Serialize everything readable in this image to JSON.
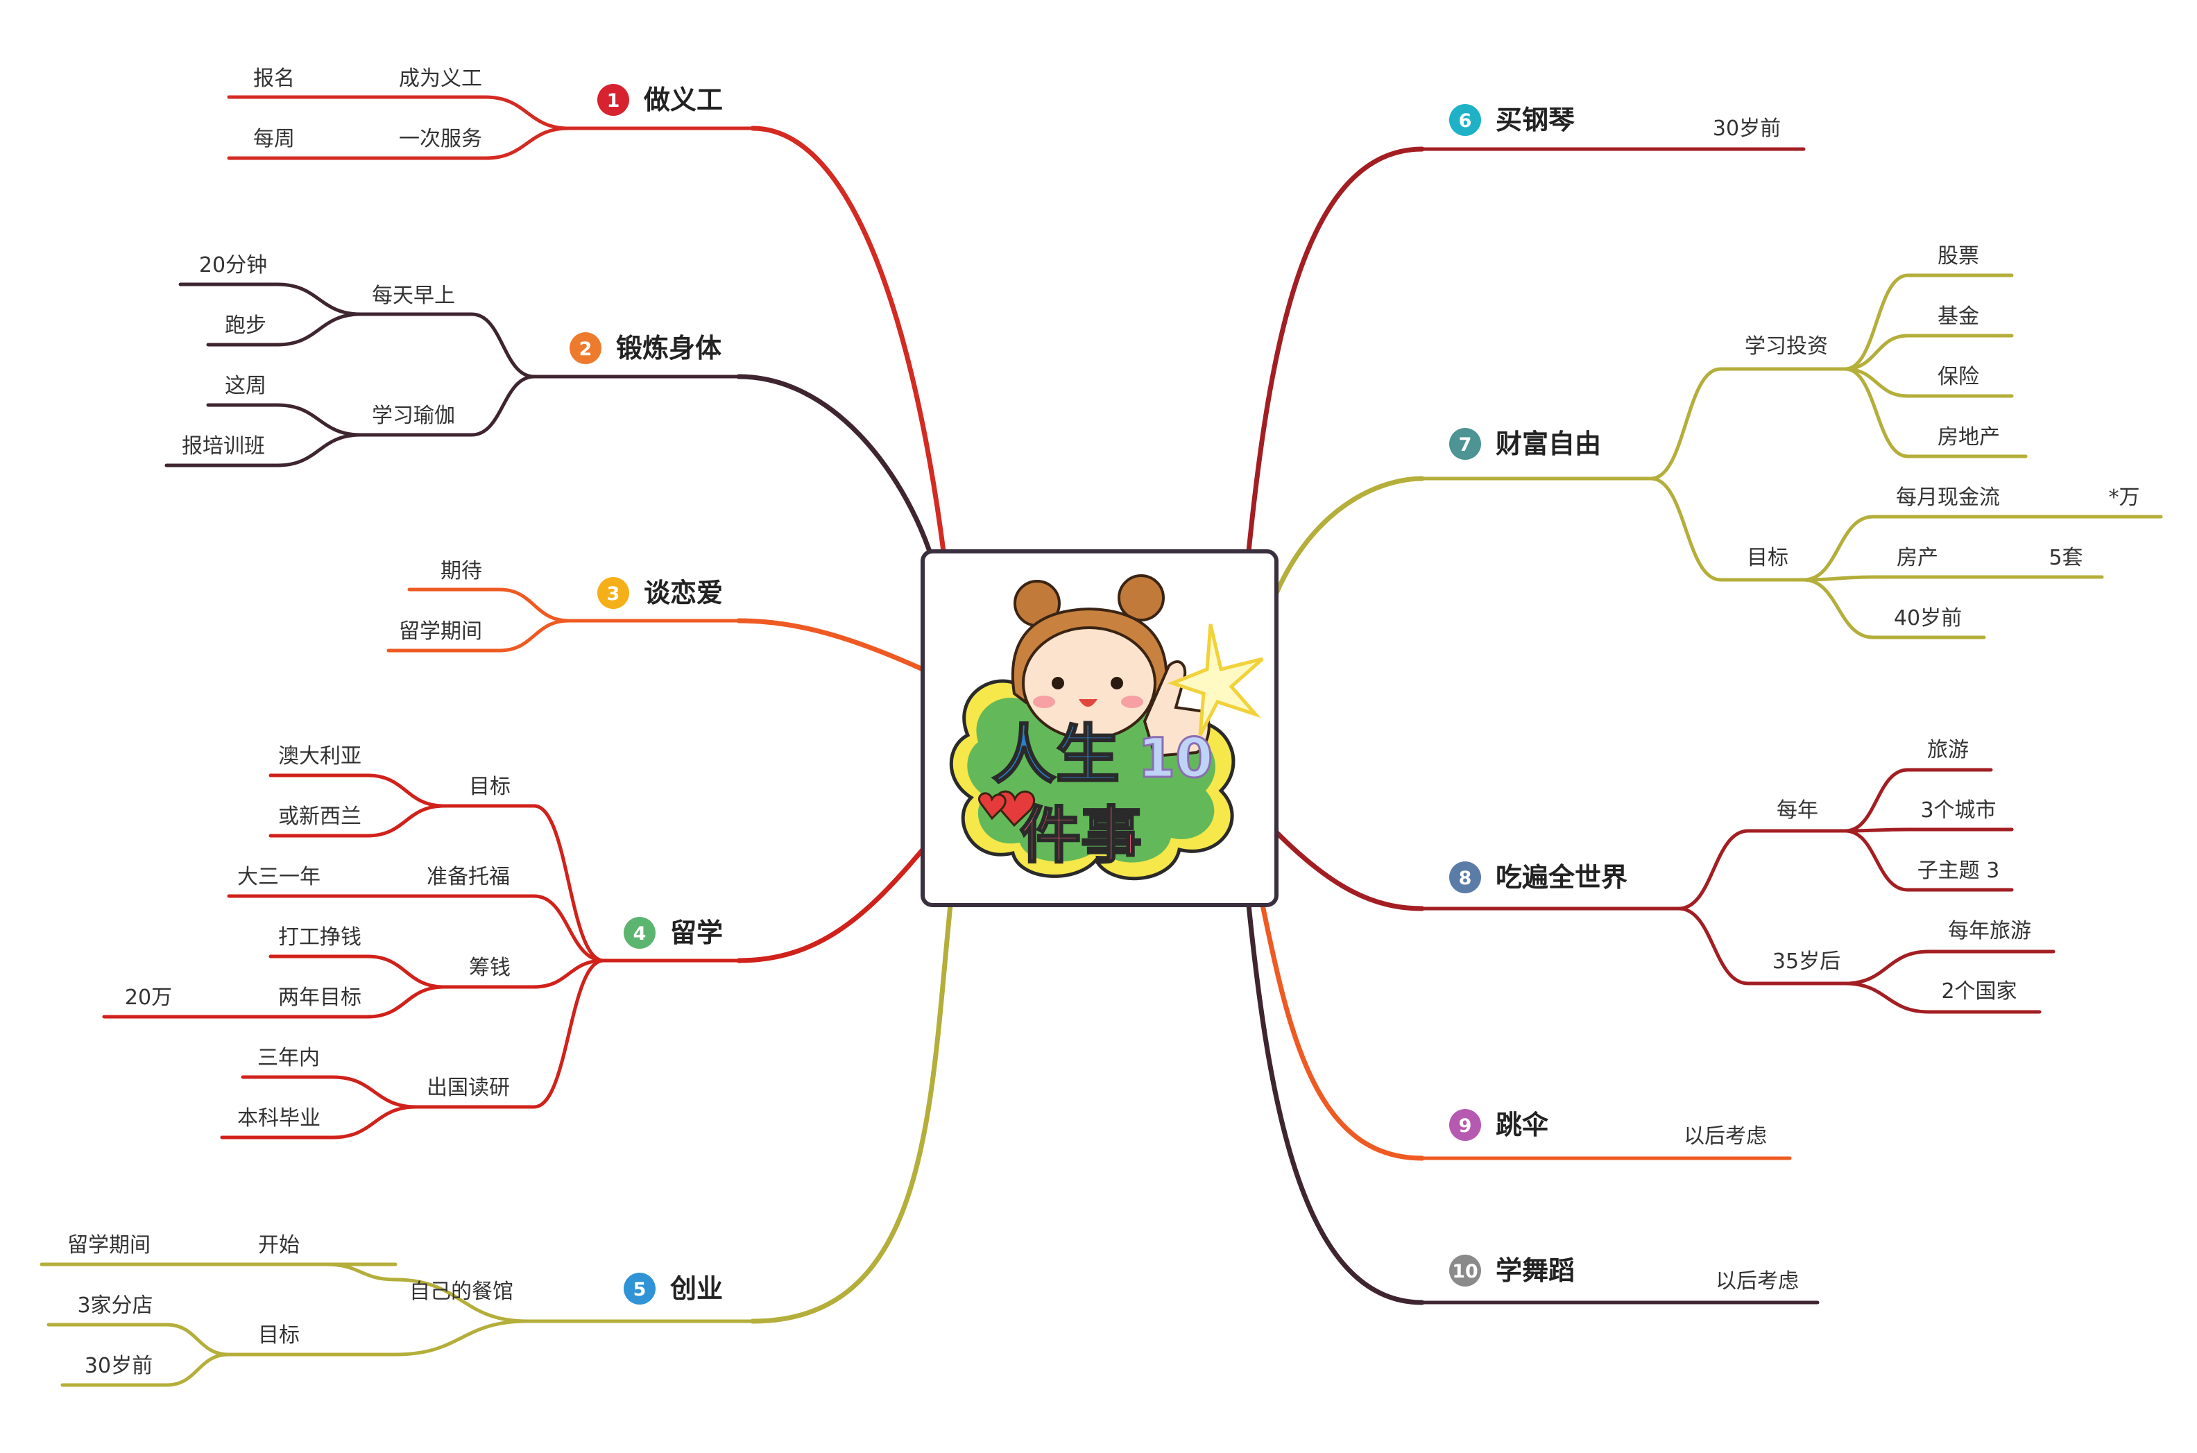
{
  "center": {
    "title_line1": "人生",
    "title_num": "10",
    "title_line2": "件事"
  },
  "colors": {
    "t1": "#D42A22",
    "t2": "#3E2530",
    "t3": "#EE5A22",
    "t4": "#D0211A",
    "t5": "#B4AE3A",
    "t6": "#A31E22",
    "t7": "#B4AE3A",
    "t8": "#A31E22",
    "t9": "#EE5A22",
    "t10": "#3E2530",
    "b1": "#D7232F",
    "b2": "#EE7A2E",
    "b3": "#F5B019",
    "b4": "#5BB56E",
    "b5": "#2F93D6",
    "b6": "#1FB2C7",
    "b7": "#4E9494",
    "b8": "#5A7CA6",
    "b9": "#B55AB0",
    "b10": "#8A8A8A"
  },
  "topics": [
    {
      "num": "1",
      "label": "做义工",
      "children": [
        {
          "label": "成为义工",
          "children": [
            {
              "label": "报名"
            }
          ]
        },
        {
          "label": "一次服务",
          "children": [
            {
              "label": "每周"
            }
          ]
        }
      ]
    },
    {
      "num": "2",
      "label": "锻炼身体",
      "children": [
        {
          "label": "每天早上",
          "children": [
            {
              "label": "20分钟"
            },
            {
              "label": "跑步"
            }
          ]
        },
        {
          "label": "学习瑜伽",
          "children": [
            {
              "label": "这周"
            },
            {
              "label": "报培训班"
            }
          ]
        }
      ]
    },
    {
      "num": "3",
      "label": "谈恋爱",
      "children": [
        {
          "label": "期待"
        },
        {
          "label": "留学期间"
        }
      ]
    },
    {
      "num": "4",
      "label": "留学",
      "children": [
        {
          "label": "目标",
          "children": [
            {
              "label": "澳大利亚"
            },
            {
              "label": "或新西兰"
            }
          ]
        },
        {
          "label": "准备托福",
          "children": [
            {
              "label": "大三一年"
            }
          ]
        },
        {
          "label": "筹钱",
          "children": [
            {
              "label": "打工挣钱"
            },
            {
              "label": "两年目标",
              "children": [
                {
                  "label": "20万"
                }
              ]
            }
          ]
        },
        {
          "label": "出国读研",
          "children": [
            {
              "label": "三年内"
            },
            {
              "label": "本科毕业"
            }
          ]
        }
      ]
    },
    {
      "num": "5",
      "label": "创业",
      "children": [
        {
          "label": "自己的餐馆",
          "children": [
            {
              "label": "开始",
              "children": [
                {
                  "label": "留学期间"
                }
              ]
            },
            {
              "label": "目标",
              "children": [
                {
                  "label": "3家分店"
                },
                {
                  "label": "30岁前"
                }
              ]
            }
          ]
        }
      ]
    },
    {
      "num": "6",
      "label": "买钢琴",
      "children": [
        {
          "label": "30岁前"
        }
      ]
    },
    {
      "num": "7",
      "label": "财富自由",
      "children": [
        {
          "label": "学习投资",
          "children": [
            {
              "label": "股票"
            },
            {
              "label": "基金"
            },
            {
              "label": "保险"
            },
            {
              "label": "房地产"
            }
          ]
        },
        {
          "label": "目标",
          "children": [
            {
              "label": "每月现金流",
              "children": [
                {
                  "label": "*万"
                }
              ]
            },
            {
              "label": "房产",
              "children": [
                {
                  "label": "5套"
                }
              ]
            },
            {
              "label": "40岁前"
            }
          ]
        }
      ]
    },
    {
      "num": "8",
      "label": "吃遍全世界",
      "children": [
        {
          "label": "每年",
          "children": [
            {
              "label": "旅游"
            },
            {
              "label": "3个城市"
            },
            {
              "label": "子主题 3"
            }
          ]
        },
        {
          "label": "35岁后",
          "children": [
            {
              "label": "每年旅游"
            },
            {
              "label": "2个国家"
            }
          ]
        }
      ]
    },
    {
      "num": "9",
      "label": "跳伞",
      "children": [
        {
          "label": "以后考虑"
        }
      ]
    },
    {
      "num": "10",
      "label": "学舞蹈",
      "children": [
        {
          "label": "以后考虑"
        }
      ]
    }
  ]
}
